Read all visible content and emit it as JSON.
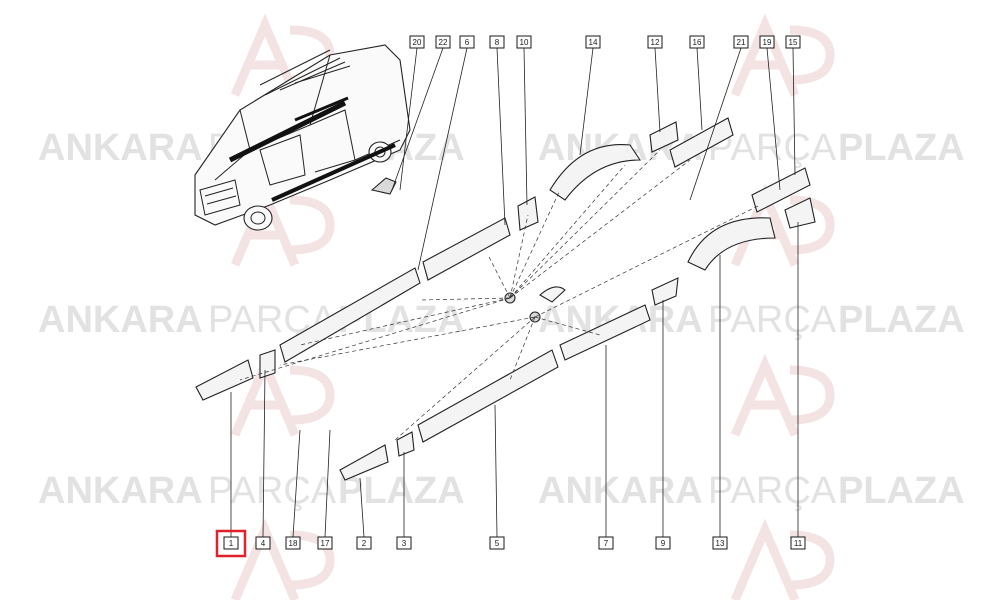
{
  "watermark": {
    "word1": "ANKARA",
    "word2": "PARÇA",
    "word3": "PLAZA"
  },
  "selected_label": "1",
  "colors": {
    "highlight": "#e0202a",
    "watermark": "#e2e2e2",
    "logo": "#f3e3e3"
  },
  "callouts": [
    {
      "id": "c20",
      "label": "20"
    },
    {
      "id": "c22",
      "label": "22"
    },
    {
      "id": "c6",
      "label": "6"
    },
    {
      "id": "c8",
      "label": "8"
    },
    {
      "id": "c10",
      "label": "10"
    },
    {
      "id": "c14",
      "label": "14"
    },
    {
      "id": "c12",
      "label": "12"
    },
    {
      "id": "c16",
      "label": "16"
    },
    {
      "id": "c21",
      "label": "21"
    },
    {
      "id": "c19",
      "label": "19"
    },
    {
      "id": "c15",
      "label": "15"
    },
    {
      "id": "c1",
      "label": "1"
    },
    {
      "id": "c4",
      "label": "4"
    },
    {
      "id": "c18",
      "label": "18"
    },
    {
      "id": "c17",
      "label": "17"
    },
    {
      "id": "c2",
      "label": "2"
    },
    {
      "id": "c3",
      "label": "3"
    },
    {
      "id": "c5",
      "label": "5"
    },
    {
      "id": "c7",
      "label": "7"
    },
    {
      "id": "c9",
      "label": "9"
    },
    {
      "id": "c13",
      "label": "13"
    },
    {
      "id": "c11",
      "label": "11"
    }
  ]
}
